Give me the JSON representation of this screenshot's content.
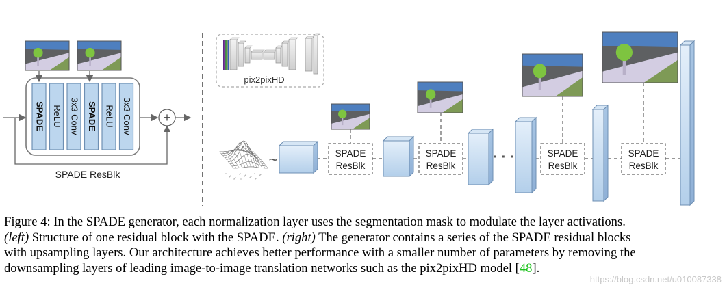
{
  "figure": {
    "left_panel": {
      "layers": [
        "SPADE",
        "ReLU",
        "3x3 Conv",
        "SPADE",
        "ReLU",
        "3x3 Conv"
      ],
      "add_symbol": "+",
      "label": "SPADE ResBlk"
    },
    "right_panel": {
      "pix2pix_label": "pix2pixHD",
      "noise_symbol": "~",
      "block_label_line1": "SPADE",
      "block_label_line2": "ResBlk",
      "ellipsis": "· · ·"
    },
    "colors": {
      "sky": "#4e7fbf",
      "road": "#5e6062",
      "grass": "#7e9a56",
      "sidewalk": "#d3cde2",
      "tree": "#7ec440",
      "trunk": "#b8b0c8",
      "layer_fill": "#bcd6ee",
      "layer_border": "#6e8fb3"
    }
  },
  "caption": {
    "line1": "Figure 4: In the SPADE generator, each normalization layer uses the segmentation mask to modulate the layer activations.",
    "line2_italic_a": "(left)",
    "line2_text_a": " Structure of one residual block with the SPADE. ",
    "line2_italic_b": "(right)",
    "line2_text_b": " The generator contains a series of the SPADE residual blocks",
    "line3": "with upsampling layers. Our architecture achieves better performance with a smaller number of parameters by removing the",
    "line4_text": "downsampling layers of leading image-to-image translation networks such as the pix2pixHD model [",
    "line4_cite": "48",
    "line4_end": "]."
  },
  "watermark": "https://blog.csdn.net/u010087338"
}
